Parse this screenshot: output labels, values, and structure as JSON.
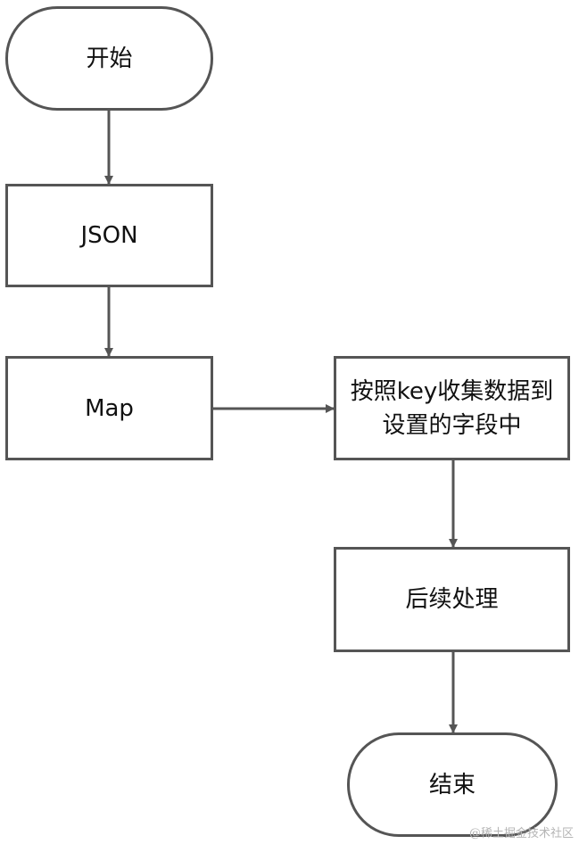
{
  "diagram": {
    "nodes": {
      "start": {
        "label": "开始"
      },
      "json": {
        "label": "JSON"
      },
      "map": {
        "label": "Map"
      },
      "collect": {
        "line1": "按照key收集数据到",
        "line2": "设置的字段中"
      },
      "post": {
        "label": "后续处理"
      },
      "end": {
        "label": "结束"
      }
    },
    "edges": [
      {
        "from": "start",
        "to": "json"
      },
      {
        "from": "json",
        "to": "map"
      },
      {
        "from": "map",
        "to": "collect"
      },
      {
        "from": "collect",
        "to": "post"
      },
      {
        "from": "post",
        "to": "end"
      }
    ],
    "colors": {
      "stroke": "#555555",
      "text": "#111111",
      "background": "#ffffff"
    }
  },
  "watermark": {
    "text": "@稀土掘金技术社区"
  }
}
